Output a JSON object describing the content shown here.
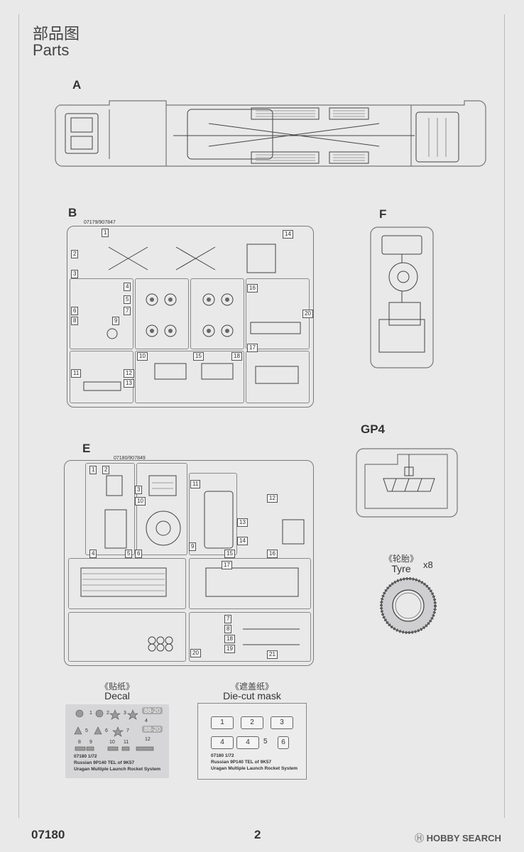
{
  "header": {
    "title_cn": "部品图",
    "title_en": "Parts"
  },
  "sprues": {
    "A": {
      "label": "A"
    },
    "B": {
      "label": "B",
      "code": "07179/907847",
      "numbers": [
        "1",
        "2",
        "3",
        "4",
        "5",
        "6",
        "7",
        "8",
        "9",
        "10",
        "11",
        "12",
        "13",
        "14",
        "15",
        "16",
        "17",
        "18",
        "20"
      ]
    },
    "F": {
      "label": "F"
    },
    "GP4": {
      "label": "GP4"
    },
    "E": {
      "label": "E",
      "code": "07180/907849",
      "numbers": [
        "1",
        "2",
        "3",
        "4",
        "5",
        "6",
        "7",
        "8",
        "9",
        "10",
        "11",
        "12",
        "13",
        "14",
        "15",
        "16",
        "17",
        "18",
        "19",
        "20",
        "21"
      ]
    }
  },
  "tyre": {
    "label_cn": "《轮胎》",
    "label_en": "Tyre",
    "qty": "x8"
  },
  "decal": {
    "label_cn": "《贴纸》",
    "label_en": "Decal",
    "numbers": [
      "1",
      "2",
      "3",
      "4",
      "5",
      "6",
      "7",
      "8",
      "9",
      "10",
      "11",
      "12"
    ],
    "badge_text": "88-20",
    "info_line1": "07180 1/72",
    "info_line2": "Russian 9P140 TEL of 9K57",
    "info_line3": "Uragan Multiple Launch Rocket System"
  },
  "mask": {
    "label_cn": "《遮盖纸》",
    "label_en": "Die-cut mask",
    "cells": [
      "1",
      "2",
      "3",
      "4",
      "4",
      "5",
      "6"
    ],
    "info_line1": "07180 1/72",
    "info_line2": "Russian 9P140 TEL of 9K57",
    "info_line3": "Uragan Multiple Launch Rocket System"
  },
  "footer": {
    "product_code": "07180",
    "page_number": "2",
    "watermark": "HOBBY SEARCH"
  }
}
